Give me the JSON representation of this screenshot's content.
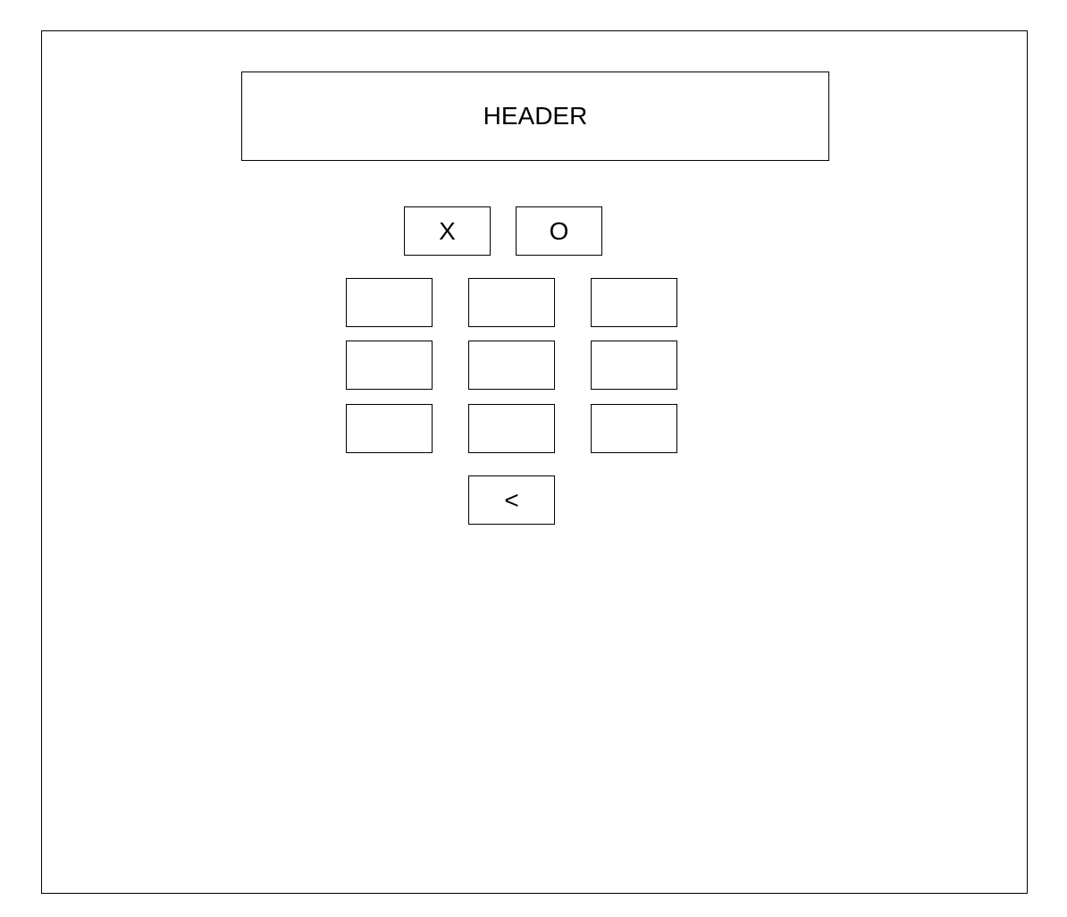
{
  "header": {
    "title": "HEADER"
  },
  "player_select": {
    "x_label": "X",
    "o_label": "O"
  },
  "board": {
    "cells": [
      "",
      "",
      "",
      "",
      "",
      "",
      "",
      "",
      ""
    ]
  },
  "controls": {
    "back_label": "<"
  }
}
